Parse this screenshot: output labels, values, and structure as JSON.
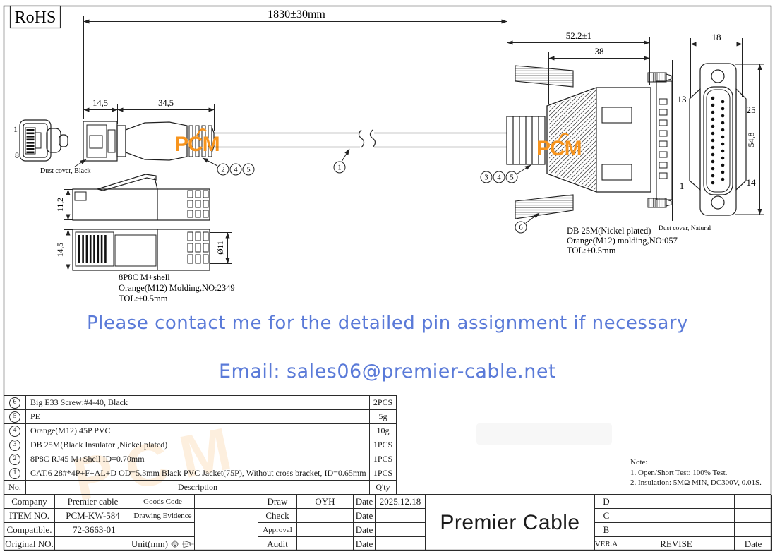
{
  "rohs": "RoHS",
  "logo": {
    "text": "PCM",
    "color": "#f7941d"
  },
  "colors": {
    "blue_note": "#5a7ad8",
    "orange": "#f7941d",
    "line": "#1f1f1f"
  },
  "dims": {
    "overall_length": "1830±30mm",
    "db25_total": "52.2±1",
    "db25_hood": "38",
    "db25_face_width": "18",
    "db25_face_height": "54,8",
    "rj45_plug_len": "14,5",
    "rj45_boot_len": "34,5",
    "rj45_body_h": "11,2",
    "rj45_body_h2": "14,5",
    "boot_dia": "Ø11"
  },
  "pins": {
    "db25_top_left": "13",
    "db25_bottom_left": "1",
    "db25_top_right": "25",
    "db25_bottom_right": "14",
    "rj45_top": "1",
    "rj45_bottom": "8"
  },
  "callouts": {
    "cable": "1",
    "rj45_group": [
      "2",
      "4",
      "5"
    ],
    "db25_group": [
      "3",
      "4",
      "5"
    ],
    "screw": "6"
  },
  "labels": {
    "dust_cover_black": "Dust cover, Black",
    "dust_cover_natural": "Dust cover, Natural",
    "rj45_spec": [
      "8P8C M+shell",
      "Orange(M12) Molding,NO:2349",
      "TOL:±0.5mm"
    ],
    "db25_spec": [
      "DB 25M(Nickel plated)",
      "Orange(M12) molding,NO:057",
      "TOL:±0.5mm"
    ]
  },
  "notice": {
    "line1": "Please contact me for the detailed pin assignment if necessary",
    "line2": "Email: sales06@premier-cable.net"
  },
  "note": {
    "title": "Note:",
    "items": [
      "1. Open/Short Test: 100% Test.",
      "2. Insulation: 5MΩ MIN, DC300V, 0.01S."
    ]
  },
  "bom": {
    "headers": {
      "no": "No.",
      "description": "Description",
      "qty": "Q'ty"
    },
    "rows": [
      {
        "no": "6",
        "description": "Big E33 Screw:#4-40, Black",
        "qty": "2PCS"
      },
      {
        "no": "5",
        "description": "PE",
        "qty": "5g"
      },
      {
        "no": "4",
        "description": "Orange(M12) 45P PVC",
        "qty": "10g"
      },
      {
        "no": "3",
        "description": "DB 25M(Black Insulator ,Nickel plated)",
        "qty": "1PCS"
      },
      {
        "no": "2",
        "description": "8P8C RJ45 M+Shell ID=0.70mm",
        "qty": "1PCS"
      },
      {
        "no": "1",
        "description": "CAT.6 28#*4P+F+AL+D OD=5.3mm Black PVC Jacket(75P), Without cross bracket, ID=0.65mm",
        "qty": "1PCS"
      }
    ]
  },
  "title_block": {
    "company_label": "Company",
    "company_value": "Premier cable",
    "goods_code_label": "Goods Code",
    "item_no_label": "ITEM NO.",
    "item_no_value": "PCM-KW-584",
    "drawing_evidence_label": "Drawing Evidence",
    "compatible_label": "Compatible.",
    "compatible_value": "72-3663-01",
    "original_no_label": "Original NO.",
    "unit_label": "Unit(mm)",
    "draw_label": "Draw",
    "draw_value": "OYH",
    "draw_date": "2025.12.18",
    "check_label": "Check",
    "approval_label": "Approval",
    "audit_label": "Audit",
    "date_label": "Date",
    "brand": "Premier Cable",
    "rev_rows": [
      "D",
      "C",
      "B"
    ],
    "ver_label": "VER.A",
    "revise_label": "REVISE"
  }
}
